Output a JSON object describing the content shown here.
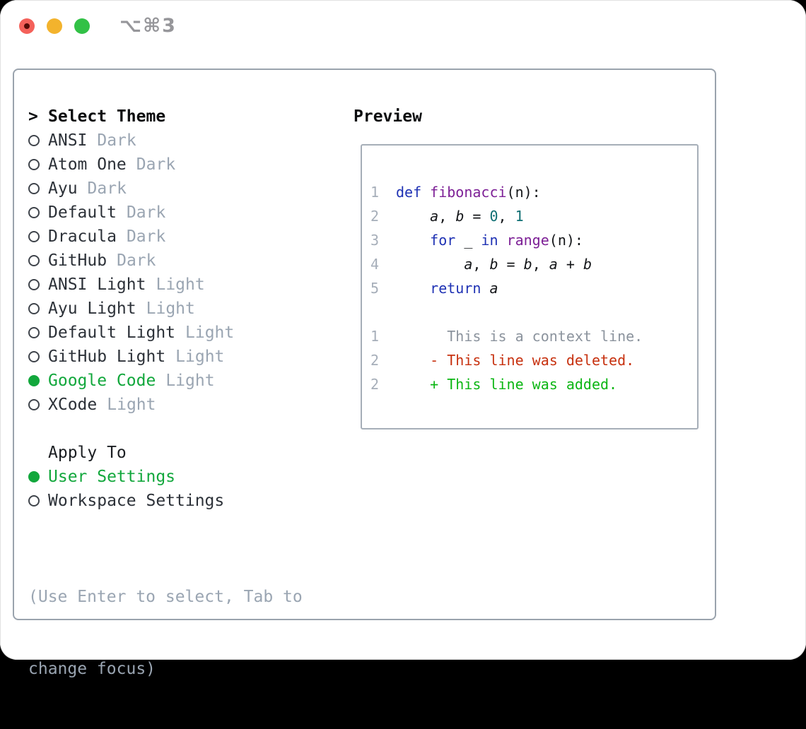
{
  "window": {
    "title": "⌥⌘3",
    "traffic_lights": [
      {
        "name": "close",
        "color": "#f4615a",
        "has_dot": true
      },
      {
        "name": "minimize",
        "color": "#f3b32d",
        "has_dot": false
      },
      {
        "name": "zoom",
        "color": "#32c146",
        "has_dot": false
      }
    ]
  },
  "theme_panel": {
    "pointer": ">",
    "title": "Select Theme",
    "themes": [
      {
        "name": "ANSI",
        "variant": "Dark",
        "selected": false
      },
      {
        "name": "Atom One",
        "variant": "Dark",
        "selected": false
      },
      {
        "name": "Ayu",
        "variant": "Dark",
        "selected": false
      },
      {
        "name": "Default",
        "variant": "Dark",
        "selected": false
      },
      {
        "name": "Dracula",
        "variant": "Dark",
        "selected": false
      },
      {
        "name": "GitHub",
        "variant": "Dark",
        "selected": false
      },
      {
        "name": "ANSI Light",
        "variant": "Light",
        "selected": false
      },
      {
        "name": "Ayu Light",
        "variant": "Light",
        "selected": false
      },
      {
        "name": "Default Light",
        "variant": "Light",
        "selected": false
      },
      {
        "name": "GitHub Light",
        "variant": "Light",
        "selected": false
      },
      {
        "name": "Google Code",
        "variant": "Light",
        "selected": true
      },
      {
        "name": "XCode",
        "variant": "Light",
        "selected": false
      }
    ],
    "apply_to": {
      "label": "Apply To",
      "options": [
        {
          "name": "User Settings",
          "selected": true
        },
        {
          "name": "Workspace Settings",
          "selected": false
        }
      ]
    },
    "hint_lines": [
      "(Use Enter to select, Tab to",
      "change focus)"
    ]
  },
  "preview": {
    "label": "Preview",
    "code_lines": [
      {
        "num": "1",
        "tokens": [
          {
            "t": "def",
            "c": "kw"
          },
          {
            "t": " ",
            "c": "pl"
          },
          {
            "t": "fibonacci",
            "c": "fn"
          },
          {
            "t": "(n):",
            "c": "pl"
          }
        ]
      },
      {
        "num": "2",
        "tokens": [
          {
            "t": "    ",
            "c": "pl"
          },
          {
            "t": "a",
            "c": "var"
          },
          {
            "t": ", ",
            "c": "pl"
          },
          {
            "t": "b",
            "c": "var"
          },
          {
            "t": " = ",
            "c": "pl"
          },
          {
            "t": "0",
            "c": "num"
          },
          {
            "t": ", ",
            "c": "pl"
          },
          {
            "t": "1",
            "c": "num"
          }
        ]
      },
      {
        "num": "3",
        "tokens": [
          {
            "t": "    ",
            "c": "pl"
          },
          {
            "t": "for",
            "c": "kw"
          },
          {
            "t": " _ ",
            "c": "pl"
          },
          {
            "t": "in",
            "c": "kw"
          },
          {
            "t": " ",
            "c": "pl"
          },
          {
            "t": "range",
            "c": "fn"
          },
          {
            "t": "(n):",
            "c": "pl"
          }
        ]
      },
      {
        "num": "4",
        "tokens": [
          {
            "t": "        ",
            "c": "pl"
          },
          {
            "t": "a",
            "c": "var"
          },
          {
            "t": ", ",
            "c": "pl"
          },
          {
            "t": "b",
            "c": "var"
          },
          {
            "t": " = ",
            "c": "pl"
          },
          {
            "t": "b",
            "c": "var"
          },
          {
            "t": ", ",
            "c": "pl"
          },
          {
            "t": "a",
            "c": "var"
          },
          {
            "t": " + ",
            "c": "pl"
          },
          {
            "t": "b",
            "c": "var"
          }
        ]
      },
      {
        "num": "5",
        "tokens": [
          {
            "t": "    ",
            "c": "pl"
          },
          {
            "t": "return",
            "c": "kw"
          },
          {
            "t": " ",
            "c": "pl"
          },
          {
            "t": "a",
            "c": "var"
          }
        ]
      }
    ],
    "diff_lines": [
      {
        "num": "1",
        "body": "      This is a context line.",
        "kind": "context"
      },
      {
        "num": "2",
        "body": "    - This line was deleted.",
        "kind": "deleted"
      },
      {
        "num": "2",
        "body": "    + This line was added.",
        "kind": "added"
      }
    ]
  },
  "colors": {
    "accent_green": "#12a73c",
    "muted_gray": "#9aa5b2",
    "keyword_blue": "#1f32b4",
    "function_purple": "#7d2096",
    "number_teal": "#0d6e72",
    "diff_deleted_red": "#c7310f",
    "diff_added_green": "#0cb614",
    "line_number_gray": "#a6aeb9",
    "panel_border": "#9aa3ad"
  }
}
